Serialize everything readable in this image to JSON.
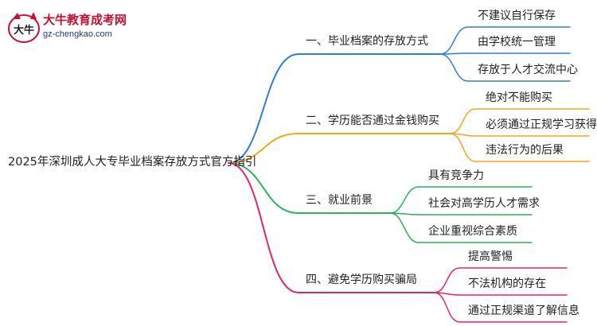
{
  "logo": {
    "title": "大牛教育成考网",
    "url": "gz-chengkao.com",
    "mark_text": "大牛"
  },
  "root": "2025年深圳成人大专毕业档案存放方式官方指引",
  "branches": [
    {
      "label": "一、毕业档案的存放方式",
      "color": "#2b7de9",
      "children": [
        "不建议自行保存",
        "由学校统一管理",
        "存放于人才交流中心"
      ]
    },
    {
      "label": "二、学历能否通过金钱购买",
      "color": "#f0a81c",
      "children": [
        "绝对不能购买",
        "必须通过正规学习获得",
        "违法行为的后果"
      ]
    },
    {
      "label": "三、就业前景",
      "color": "#27b45a",
      "children": [
        "具有竞争力",
        "社会对高学历人才需求",
        "企业重视综合素质"
      ]
    },
    {
      "label": "四、避免学历购买骗局",
      "color": "#e8246c",
      "children": [
        "提高警惕",
        "不法机构的存在",
        "通过正规渠道了解信息"
      ]
    }
  ]
}
